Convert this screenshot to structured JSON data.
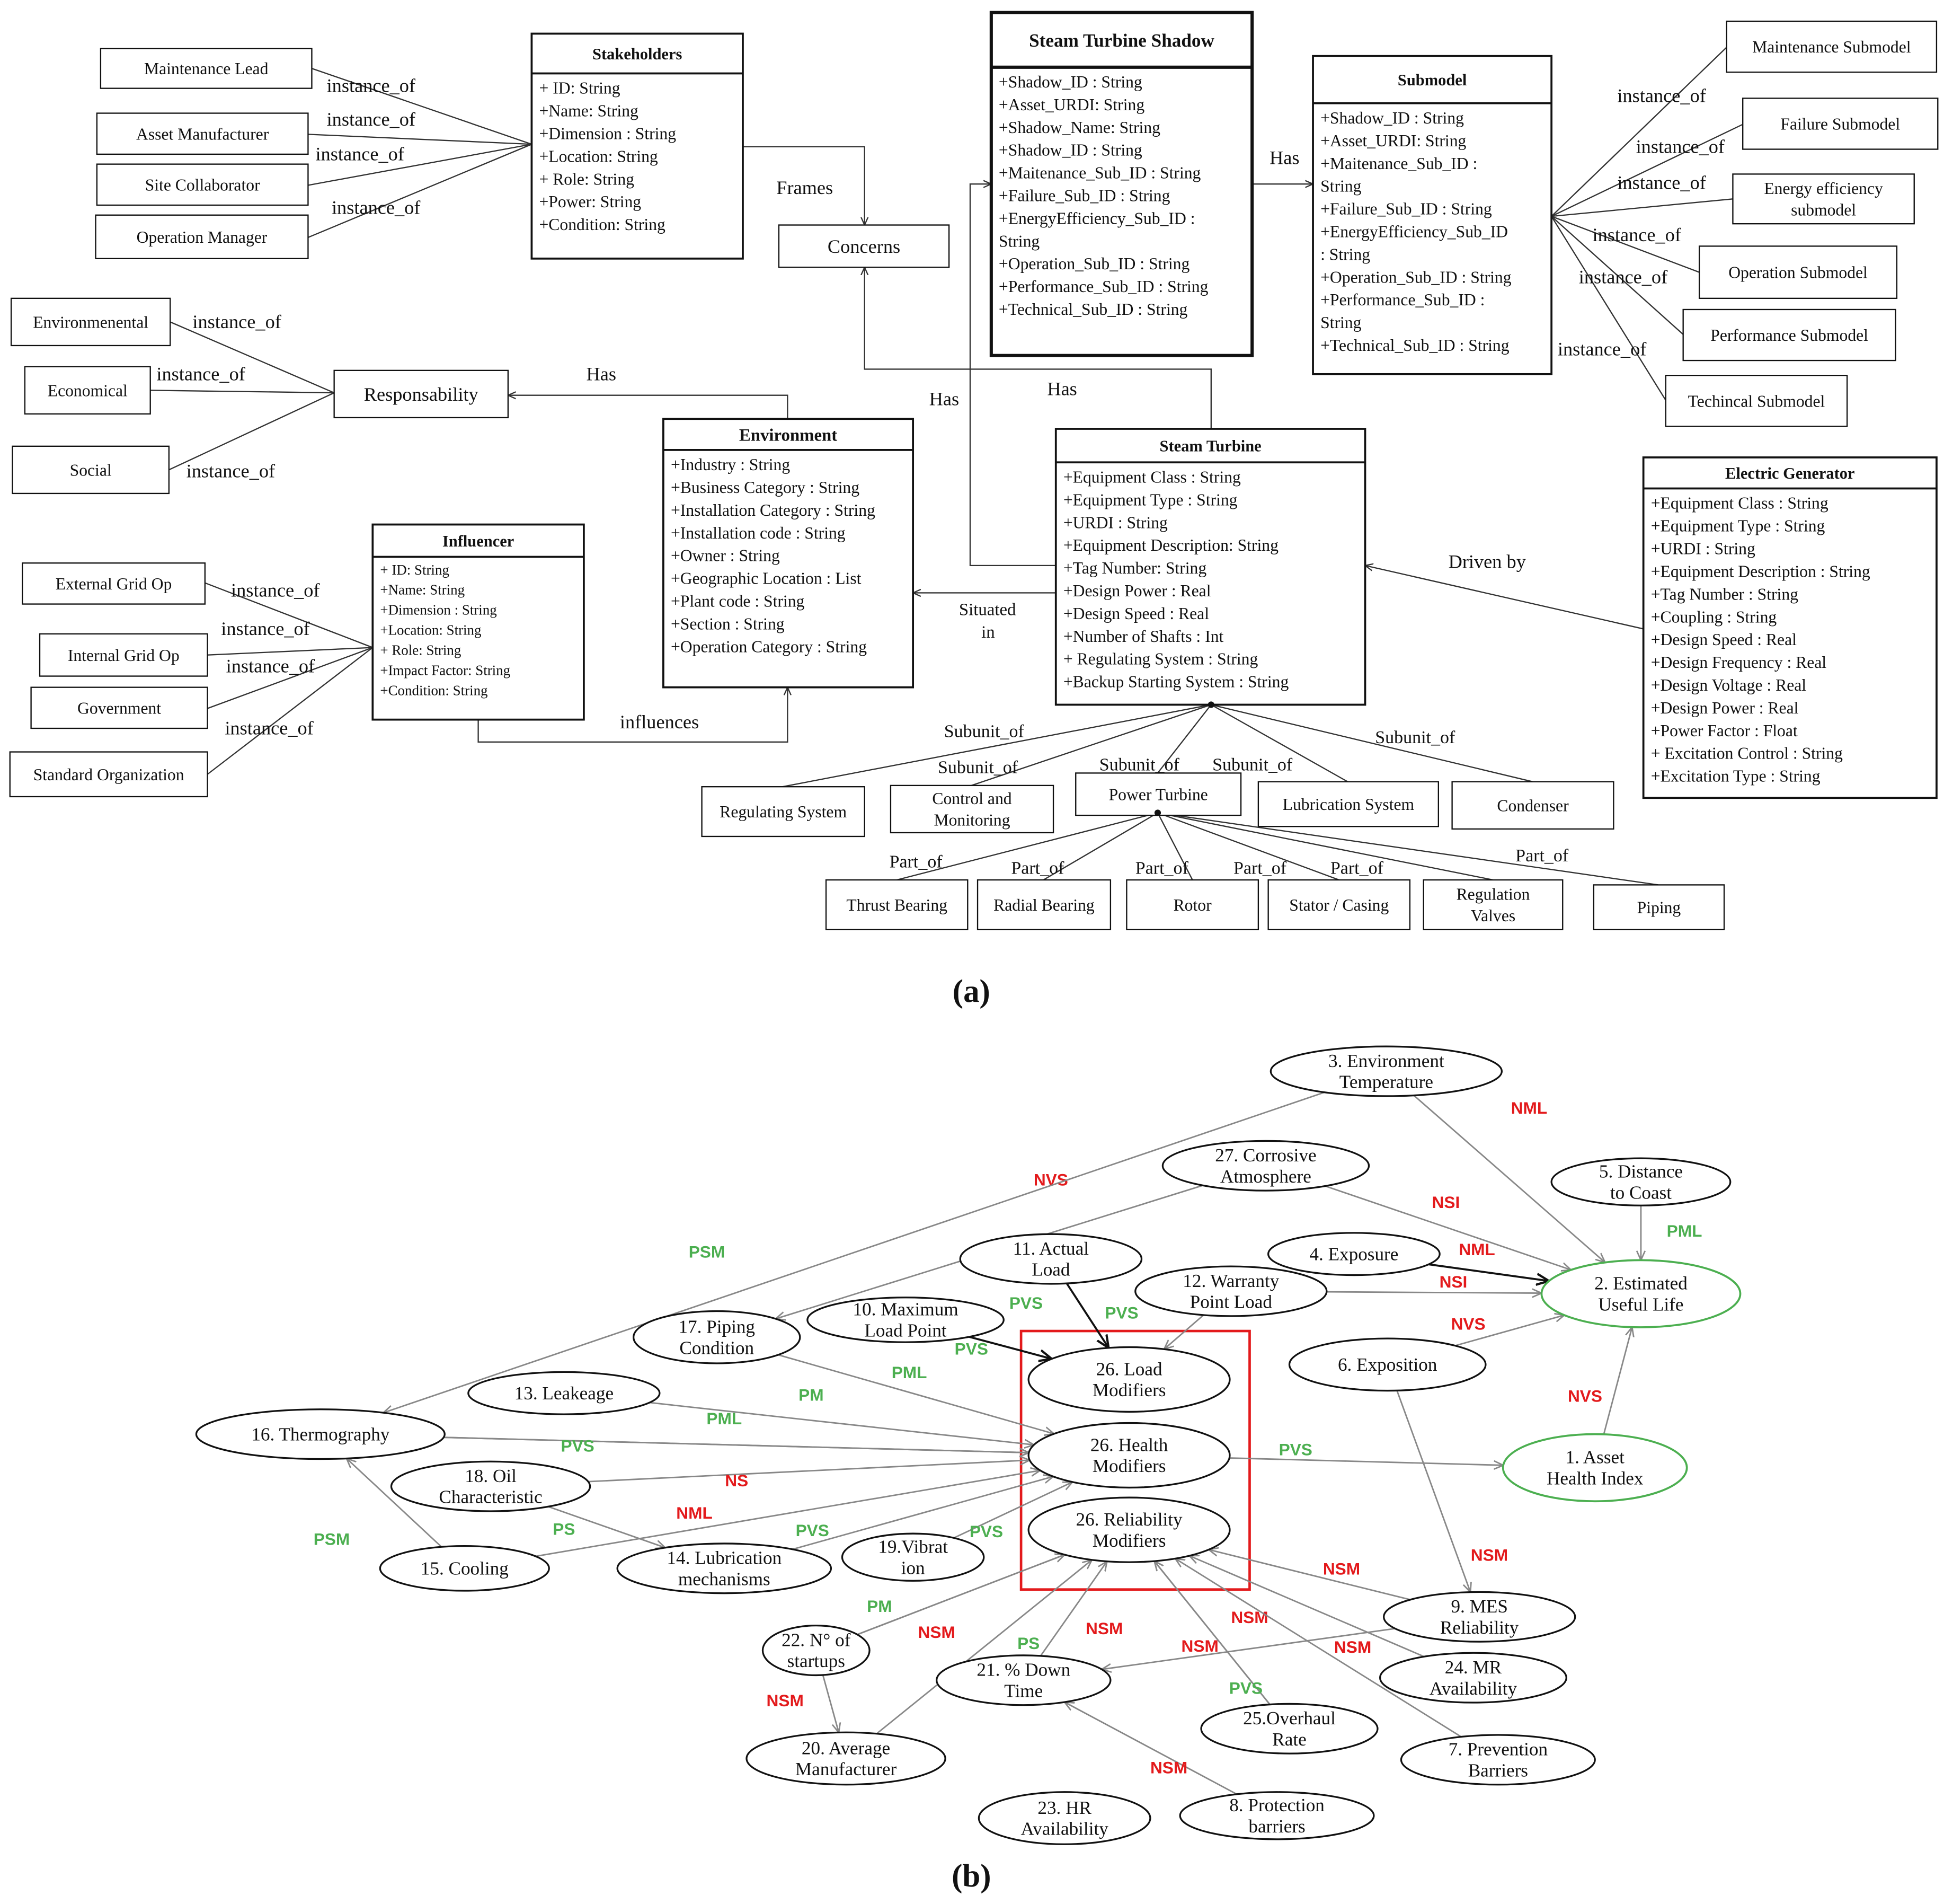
{
  "panel_a": {
    "label": "(a)",
    "classes": {
      "stakeholders": {
        "title": "Stakeholders",
        "attrs": [
          "+ ID: String",
          "+Name: String",
          "+Dimension : String",
          "+Location: String",
          "+ Role: String",
          "+Power: String",
          "+Condition: String"
        ]
      },
      "shadow": {
        "title": "Steam Turbine Shadow",
        "attrs": [
          "+Shadow_ID : String",
          "+Asset_URDI: String",
          "+Shadow_Name: String",
          "+Shadow_ID : String",
          "+Maitenance_Sub_ID : String",
          "+Failure_Sub_ID : String",
          "+EnergyEfficiency_Sub_ID :",
          "String",
          "+Operation_Sub_ID : String",
          "+Performance_Sub_ID : String",
          "+Technical_Sub_ID : String"
        ]
      },
      "submodel": {
        "title": "Submodel",
        "attrs": [
          "+Shadow_ID : String",
          "+Asset_URDI: String",
          "+Maitenance_Sub_ID :",
          "String",
          "+Failure_Sub_ID : String",
          "+EnergyEfficiency_Sub_ID",
          ": String",
          "+Operation_Sub_ID : String",
          "+Performance_Sub_ID :",
          "String",
          "+Technical_Sub_ID : String"
        ]
      },
      "environment": {
        "title": "Environment",
        "attrs": [
          "+Industry : String",
          "+Business Category :  String",
          "+Installation Category : String",
          "+Installation code :  String",
          "+Owner : String",
          "+Geographic Location : List",
          "+Plant code : String",
          "+Section :  String",
          "+Operation Category : String"
        ]
      },
      "influencer": {
        "title": "Influencer",
        "attrs": [
          "+ ID: String",
          "+Name: String",
          "+Dimension : String",
          "+Location: String",
          "+ Role: String",
          "+Impact Factor: String",
          "+Condition: String"
        ]
      },
      "turbine": {
        "title": "Steam Turbine",
        "attrs": [
          "+Equipment Class : String",
          "+Equipment Type : String",
          "+URDI : String",
          "+Equipment Description: String",
          "+Tag Number: String",
          "+Design Power : Real",
          "+Design Speed : Real",
          "+Number of Shafts : Int",
          "+ Regulating System : String",
          "+Backup Starting System : String"
        ]
      },
      "generator": {
        "title": "Electric Generator",
        "attrs": [
          "+Equipment Class : String",
          "+Equipment Type : String",
          "+URDI : String",
          "+Equipment Description : String",
          "+Tag Number : String",
          "+Coupling : String",
          "+Design Speed :  Real",
          "+Design Frequency : Real",
          "+Design Voltage : Real",
          "+Design Power : Real",
          "+Power Factor : Float",
          "+ Excitation Control : String",
          "+Excitation Type : String"
        ]
      }
    },
    "boxes": {
      "maintenance_lead": "Maintenance Lead",
      "asset_manufacturer": "Asset Manufacturer",
      "site_collaborator": "Site Collaborator",
      "operation_manager": "Operation Manager",
      "environmental": "Environmenental",
      "economical": "Economical",
      "social": "Social",
      "responsability": "Responsability",
      "concerns": "Concerns",
      "external_grid": "External Grid Op",
      "internal_grid": "Internal Grid Op",
      "government": "Government",
      "standard_org": "Standard Organization",
      "maintenance_submodel": "Maintenance Submodel",
      "failure_submodel": "Failure Submodel",
      "energy_submodel": [
        "Energy efficiency",
        "submodel"
      ],
      "operation_submodel": "Operation Submodel",
      "performance_submodel": "Performance Submodel",
      "technical_submodel": "Techincal Submodel",
      "regulating_system": "Regulating System",
      "control_monitoring": [
        "Control and",
        "Monitoring"
      ],
      "power_turbine": "Power Turbine",
      "lubrication_system": "Lubrication System",
      "condenser": "Condenser",
      "thrust_bearing": "Thrust Bearing",
      "radial_bearing": "Radial Bearing",
      "rotor": "Rotor",
      "stator": "Stator / Casing",
      "regulation_valves": [
        "Regulation",
        "Valves"
      ],
      "piping": "Piping"
    },
    "labels": {
      "instance_of": "instance_of",
      "frames": "Frames",
      "has": "Has",
      "situated_in": [
        "Situated",
        "in"
      ],
      "influences": "influences",
      "driven_by": "Driven by",
      "subunit_of": "Subunit_of",
      "part_of": "Part_of"
    }
  },
  "panel_b": {
    "label": "(b)",
    "nodes": {
      "n1": [
        "1. Asset",
        "Health Index"
      ],
      "n2": [
        "2. Estimated",
        "Useful Life"
      ],
      "n3": [
        "3. Environment",
        "Temperature"
      ],
      "n4": [
        "4. Exposure"
      ],
      "n5": [
        "5. Distance",
        "to Coast"
      ],
      "n6": [
        "6. Exposition"
      ],
      "n7": [
        "7. Prevention",
        "Barriers"
      ],
      "n8": [
        "8. Protection",
        "barriers"
      ],
      "n9": [
        "9. MES",
        "Reliability"
      ],
      "n10": [
        "10. Maximum",
        "Load Point"
      ],
      "n11": [
        "11. Actual",
        "Load"
      ],
      "n12": [
        "12. Warranty",
        "Point Load"
      ],
      "n13": [
        "13. Leakeage"
      ],
      "n14": [
        "14. Lubrication",
        "mechanisms"
      ],
      "n15": [
        "15. Cooling"
      ],
      "n16": [
        "16. Thermography"
      ],
      "n17": [
        "17. Piping",
        "Condition"
      ],
      "n18": [
        "18. Oil",
        "Characteristic"
      ],
      "n19": [
        "19.Vibrat",
        "ion"
      ],
      "n20": [
        "20. Average",
        "Manufacturer"
      ],
      "n21": [
        "21. % Down",
        "Time"
      ],
      "n22": [
        "22. N° of",
        "startups"
      ],
      "n23": [
        "23. HR",
        "Availability"
      ],
      "n24": [
        "24. MR",
        "Availability"
      ],
      "n25": [
        "25.Overhaul",
        "Rate"
      ],
      "n26l": [
        "26. Load",
        "Modifiers"
      ],
      "n26h": [
        "26. Health",
        "Modifiers"
      ],
      "n26r": [
        "26. Reliability",
        "Modifiers"
      ]
    },
    "edge_labels": [
      "NML",
      "NVS",
      "NSI",
      "PML",
      "NML",
      "NSI",
      "PSM",
      "PVS",
      "PVS",
      "NVS",
      "PVS",
      "PML",
      "PM",
      "PML",
      "PVS",
      "NS",
      "NML",
      "PS",
      "PVS",
      "PVS",
      "PVS",
      "PSM",
      "NVS",
      "NSM",
      "NSM",
      "NSM",
      "PM",
      "NSM",
      "NSM",
      "PS",
      "NSM",
      "NSM",
      "PVS",
      "NSM",
      "NSM",
      "NSM"
    ],
    "colors": {
      "negative": "#e31a1c",
      "positive": "#4caf50",
      "outcome": "#4caf50",
      "highlight": "#e31a1c"
    }
  }
}
